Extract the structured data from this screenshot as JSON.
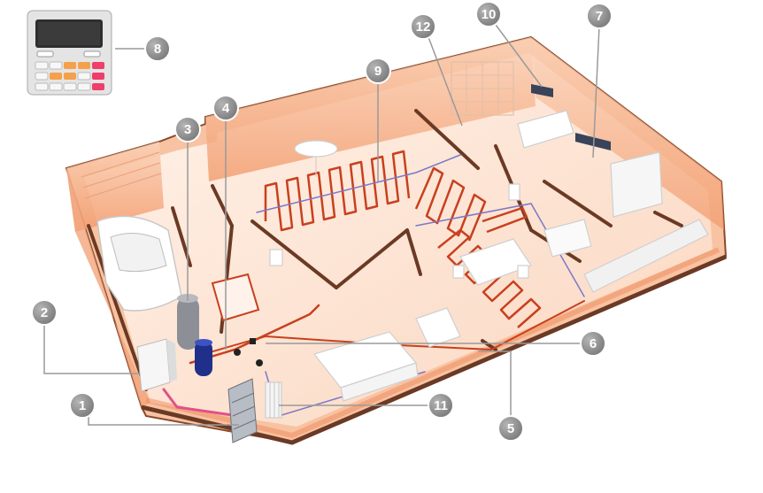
{
  "colors": {
    "wall_fill": "#f4b08a",
    "wall_glow": "#f08a5a",
    "floor_fill": "#fde6d6",
    "wall_edge": "#6b3a24",
    "heating_pipe": "#c8401e",
    "return_pipe": "#7a78c8",
    "hot_pipe": "#e0508a",
    "callout_badge": "#8c8c8c",
    "leader_line": "#9a9a9a"
  },
  "callouts": [
    {
      "id": "1",
      "label": "1"
    },
    {
      "id": "2",
      "label": "2"
    },
    {
      "id": "3",
      "label": "3"
    },
    {
      "id": "4",
      "label": "4"
    },
    {
      "id": "5",
      "label": "5"
    },
    {
      "id": "6",
      "label": "6"
    },
    {
      "id": "7",
      "label": "7"
    },
    {
      "id": "8",
      "label": "8"
    },
    {
      "id": "9",
      "label": "9"
    },
    {
      "id": "10",
      "label": "10"
    },
    {
      "id": "11",
      "label": "11"
    },
    {
      "id": "12",
      "label": "12"
    }
  ]
}
